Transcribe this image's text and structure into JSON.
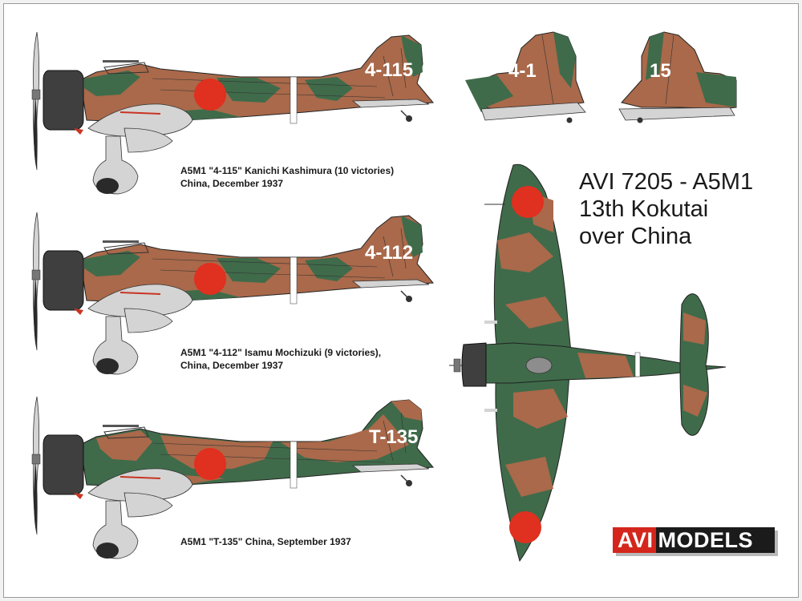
{
  "title": {
    "line1": "AVI 7205 - A5M1",
    "line2": "13th Kokutai",
    "line3": "over China"
  },
  "logo": {
    "avi": "AVI",
    "models": "MODELS"
  },
  "profiles": [
    {
      "tail_code": "4-115",
      "caption_line1": "A5M1 \"4-115\" Kanichi Kashimura (10 victories)",
      "caption_line2": "China, December 1937"
    },
    {
      "tail_code": "4-112",
      "caption_line1": "A5M1 \"4-112\" Isamu Mochizuki (9 victories),",
      "caption_line2": "China, December 1937"
    },
    {
      "tail_code": "T-135",
      "caption_line1": "A5M1 \"T-135\" China, September 1937",
      "caption_line2": ""
    }
  ],
  "tail_details": {
    "left": "4-1",
    "right": "15"
  },
  "colors": {
    "green": "#3f6b4a",
    "brown": "#a9694a",
    "hinomaru": "#e0301f",
    "engine": "#3f3f3f",
    "light_grey": "#d4d4d4"
  }
}
